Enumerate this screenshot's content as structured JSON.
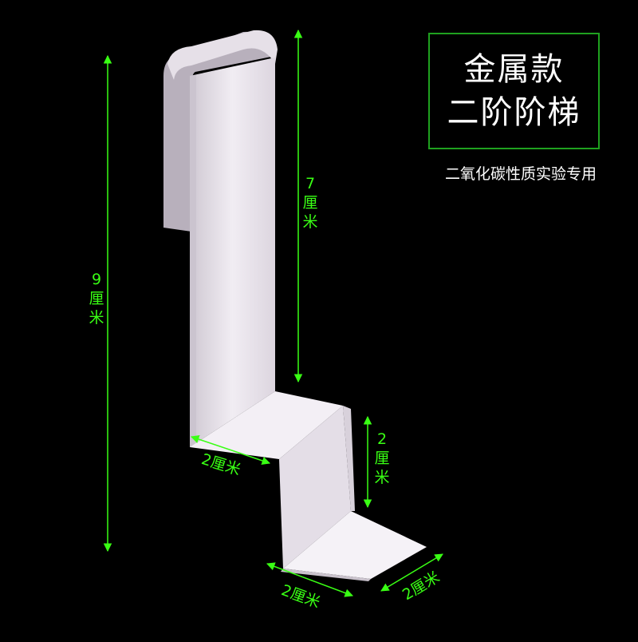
{
  "title": {
    "line1": "金属款",
    "line2": "二阶阶梯"
  },
  "subtitle": "二氧化碳性质实验专用",
  "dimensions": {
    "total_height": {
      "value": "9",
      "unit1": "厘",
      "unit2": "米"
    },
    "upper_height": {
      "value": "7",
      "unit1": "厘",
      "unit2": "米"
    },
    "step_height": {
      "value": "2",
      "unit1": "厘",
      "unit2": "米"
    },
    "step_depth": "2厘米",
    "base_depth": "2厘米",
    "width": "2厘米"
  },
  "colors": {
    "background": "#000000",
    "accent_green": "#39ff14",
    "box_border": "#1fa11f",
    "metal": "#ece6ee"
  }
}
